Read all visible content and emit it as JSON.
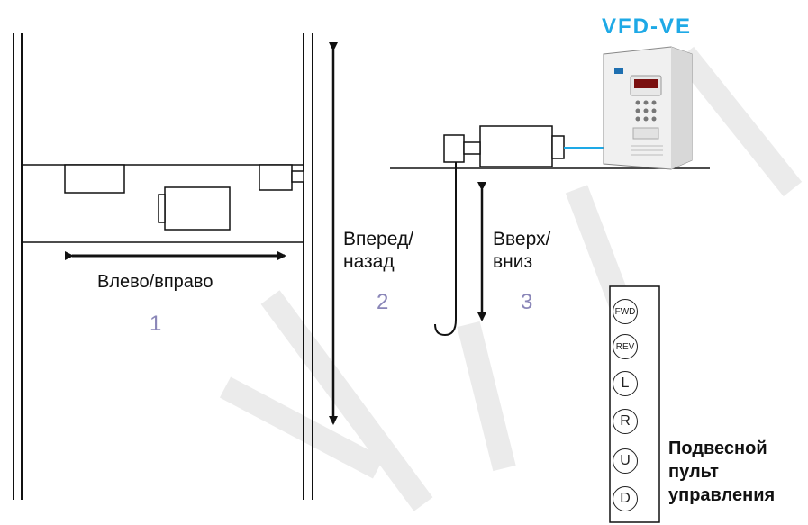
{
  "device": {
    "title": "VFD-VE"
  },
  "labels": {
    "left_right": "Влево/вправо",
    "forward_back_line1": "Вперед/",
    "forward_back_line2": "назад",
    "up_down_line1": "Вверх/",
    "up_down_line2": "вниз",
    "pendant_line1": "Подвесной",
    "pendant_line2": "пульт",
    "pendant_line3": "управления"
  },
  "numbers": {
    "one": "1",
    "two": "2",
    "three": "3"
  },
  "pendant_buttons": [
    "FWD",
    "REV",
    "L",
    "R",
    "U",
    "D"
  ],
  "colors": {
    "accent": "#1ea9e6",
    "number": "#8a86b8",
    "line": "#111111",
    "watermark": "#d9d9d9"
  }
}
